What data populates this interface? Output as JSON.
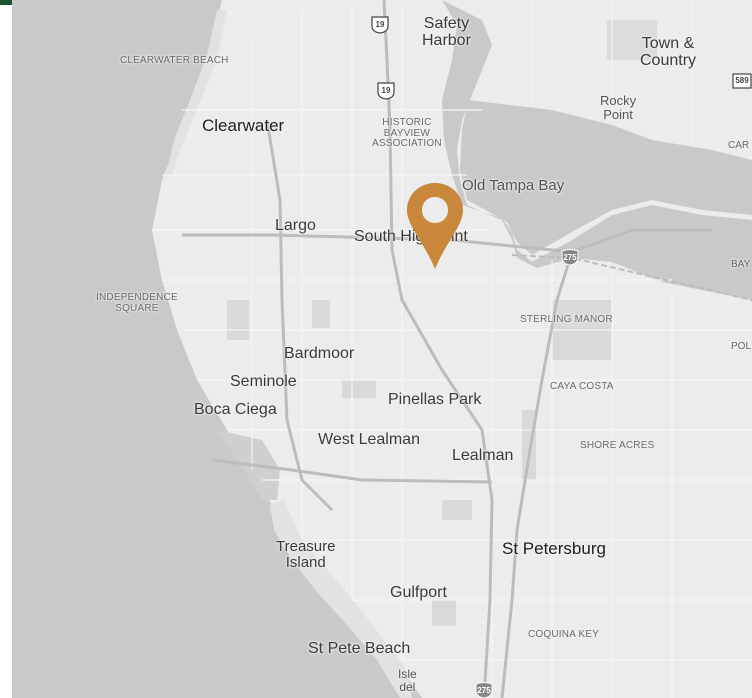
{
  "map": {
    "labels": {
      "safety_harbor": "Safety\nHarbor",
      "town_country": "Town &\nCountry",
      "clearwater_beach": "CLEARWATER BEACH",
      "clearwater": "Clearwater",
      "historic_bayview": "HISTORIC\nBAYVIEW\nASSOCIATION",
      "rocky_point": "Rocky\nPoint",
      "old_tampa_bay": "Old Tampa Bay",
      "largo": "Largo",
      "south_highpoint": "South Highpoint",
      "independence_square": "INDEPENDENCE\nSQUARE",
      "sterling_manor": "STERLING MANOR",
      "bardmoor": "Bardmoor",
      "seminole": "Seminole",
      "boca_ciega": "Boca Ciega",
      "pinellas_park": "Pinellas Park",
      "caya_costa": "CAYA COSTA",
      "west_lealman": "West Lealman",
      "lealman": "Lealman",
      "shore_acres": "SHORE ACRES",
      "treasure_island": "Treasure\nIsland",
      "st_petersburg": "St Petersburg",
      "gulfport": "Gulfport",
      "coquina_key": "COQUINA KEY",
      "st_pete_beach": "St Pete Beach",
      "isle_del": "Isle\ndel",
      "edge_car": "CAR",
      "edge_bay": "BAY",
      "edge_pol": "POL"
    },
    "shields": {
      "us19_top": "19",
      "us19_mid": "19",
      "i275_mid": "275",
      "i275_bottom": "275",
      "sr589": "589"
    },
    "marker": {
      "color": "#c8873a"
    },
    "colors": {
      "water": "#c9c9c9",
      "land": "#ececec",
      "topbar": "#1e6b3a"
    }
  }
}
